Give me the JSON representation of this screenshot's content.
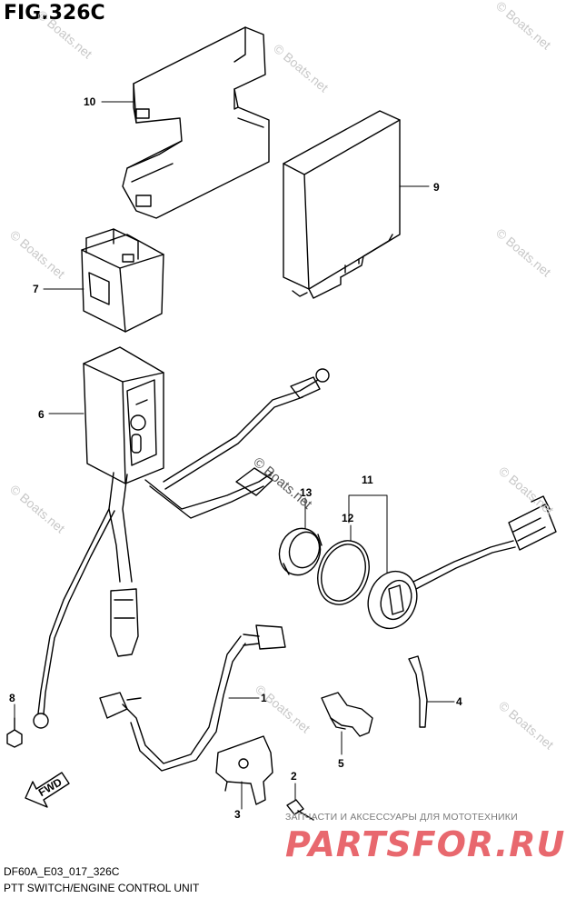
{
  "figure_title": "FIG.326C",
  "drawing_code": "DF60A_E03_017_326C",
  "caption": "PTT SWITCH/ENGINE CONTROL UNIT",
  "callouts": {
    "c1": "1",
    "c2": "2",
    "c3": "3",
    "c4": "4",
    "c5": "5",
    "c6": "6",
    "c7": "7",
    "c8": "8",
    "c9": "9",
    "c10": "10",
    "c11": "11",
    "c12": "12",
    "c13": "13"
  },
  "fwd_label": "FWD",
  "watermark": "© Boats.net",
  "parts_logo": {
    "subtitle": "ЗАПЧАСТИ И АКСЕССУАРЫ ДЛЯ МОТОТЕХНИКИ",
    "name": "PARTSFOR.RU"
  }
}
